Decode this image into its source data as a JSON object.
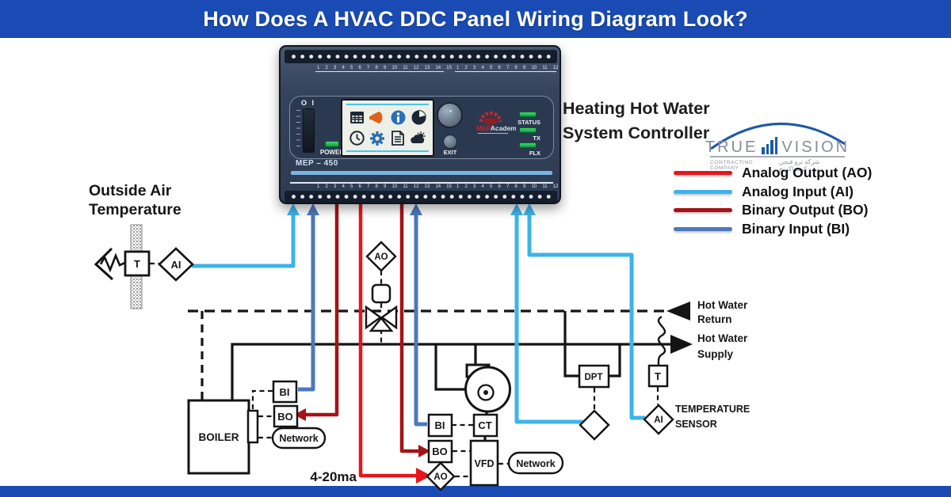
{
  "header": {
    "title": "How Does A HVAC DDC Panel Wiring Diagram Look?",
    "bg": "#1a4bb4"
  },
  "footer": {
    "bg": "#1a4bb4"
  },
  "controller": {
    "switch_label": "O I",
    "power_label": "POWER",
    "exit_label": "EXIT",
    "model": "MEP – 450",
    "brand_prefix": "MEP",
    "brand_suffix": "Academy",
    "leds": [
      "STATUS",
      "TX",
      "FLX"
    ],
    "terminals": {
      "top_left": "1 2 3 4 5 6 7 8 9 10 11 12 13 14 15",
      "top_right": "1 2 3 4 5 6 7 8 9 10 11 12",
      "bottom_left": "1 2 3 4 5 6 7 8 9 10 11 12 13 14 15",
      "bottom_right": "1 2 3 4 5 6 7 8 9 10 11 12"
    }
  },
  "system_label": {
    "line1": "Heating Hot Water",
    "line2": "System Controller"
  },
  "truevision": {
    "word1": "TRUE",
    "word2": "VISION",
    "tagline_en": "CONTRACTING COMPANY",
    "tagline_ar": "شركة ترو فيجن كونتراكتينج",
    "accent": "#1d59a8"
  },
  "legend": {
    "items": [
      {
        "label": "Analog Output (AO)",
        "color": "#e8141c"
      },
      {
        "label": "Analog Input (AI)",
        "color": "#3cb4ea"
      },
      {
        "label": "Binary Output (BO)",
        "color": "#a61217"
      },
      {
        "label": "Binary Input (BI)",
        "color": "#4c79bb"
      }
    ]
  },
  "diagram": {
    "outside_air_line1": "Outside Air",
    "outside_air_line2": "Temperature",
    "hot_water_return_line1": "Hot Water",
    "hot_water_return_line2": "Return",
    "hot_water_supply_line1": "Hot Water",
    "hot_water_supply_line2": "Supply",
    "temp_sensor_line1": "TEMPERATURE",
    "temp_sensor_line2": "SENSOR",
    "boiler": "BOILER",
    "signal": "4-20ma",
    "tags": {
      "t_outside": "T",
      "ai_outside": "AI",
      "ao_valve": "AO",
      "bi_boiler": "BI",
      "bo_boiler": "BO",
      "network_boiler": "Network",
      "bi_pump": "BI",
      "ct": "CT",
      "bo_vfd": "BO",
      "vfd": "VFD",
      "ao_vfd": "AO",
      "network_vfd": "Network",
      "dpt": "DPT",
      "t_supply": "T",
      "ai_supply": "AI"
    }
  }
}
